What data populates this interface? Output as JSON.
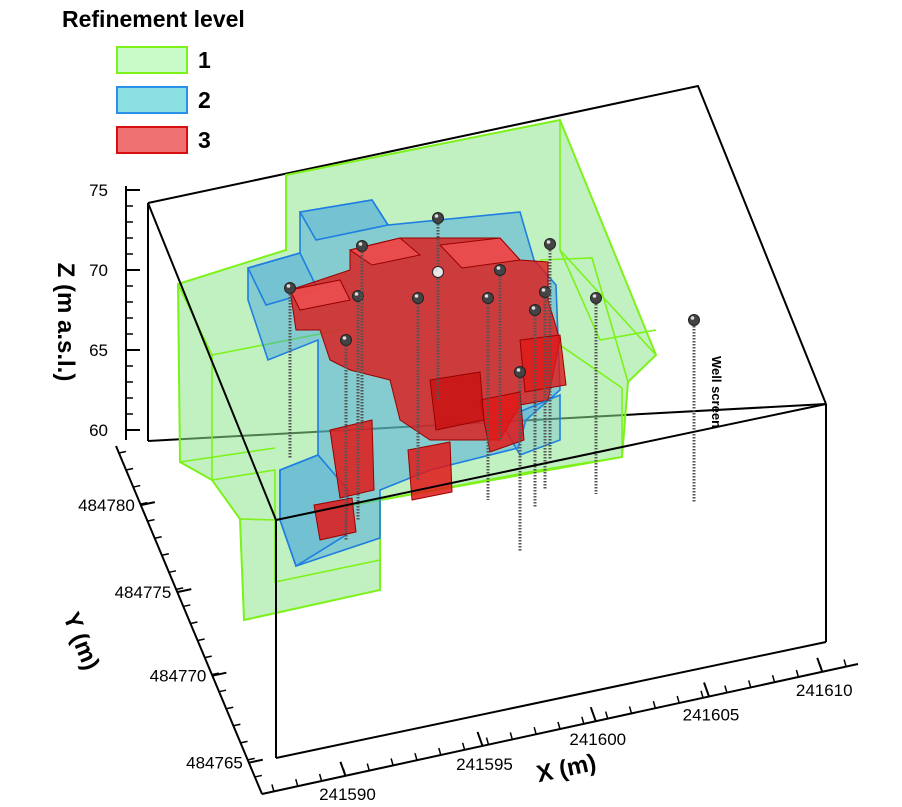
{
  "legend": {
    "title": "Refinement level",
    "items": [
      {
        "label": "1",
        "fill": "#c8fbc8",
        "stroke": "#7cf21a"
      },
      {
        "label": "2",
        "fill": "#8ae0e2",
        "stroke": "#2a8fe8"
      },
      {
        "label": "3",
        "fill": "#ee7070",
        "stroke": "#d81010"
      }
    ]
  },
  "axes": {
    "z": {
      "title": "Z (m a.s.l.)",
      "ticks": [
        "75",
        "70",
        "65",
        "60"
      ]
    },
    "y": {
      "title": "Y (m)",
      "ticks": [
        "484780",
        "484775",
        "484770",
        "484765"
      ]
    },
    "x": {
      "title": "X (m)",
      "ticks": [
        "241590",
        "241595",
        "241600",
        "241605",
        "241610"
      ]
    }
  },
  "annotation": "Well screen",
  "colors": {
    "level1_fill": "#8ee68e",
    "level1_stroke": "#7cf21a",
    "level2_fill": "#3aa0e0",
    "level2_stroke": "#1f7fe0",
    "level3_fill": "#e01818",
    "level3_stroke": "#a00000",
    "frame": "#000000",
    "well": "#555555"
  }
}
